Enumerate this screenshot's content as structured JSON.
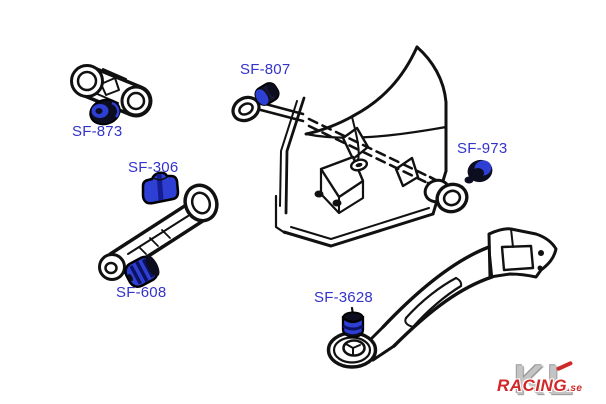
{
  "diagram": {
    "parts": [
      {
        "label": "SF-873"
      },
      {
        "label": "SF-807"
      },
      {
        "label": "SF-306"
      },
      {
        "label": "SF-973"
      },
      {
        "label": "SF-608"
      },
      {
        "label": "SF-3628"
      }
    ]
  },
  "watermark": {
    "brand": "KL",
    "name": "RACING",
    "suffix": ".se"
  },
  "colors": {
    "label_blue": "#3333cc",
    "bushing_blue": "#2e3fd4",
    "bushing_dark": "#0d0d20",
    "line_black": "#111111",
    "watermark_gray": "#c4c4c4",
    "watermark_red": "#d02828",
    "background": "#ffffff"
  }
}
